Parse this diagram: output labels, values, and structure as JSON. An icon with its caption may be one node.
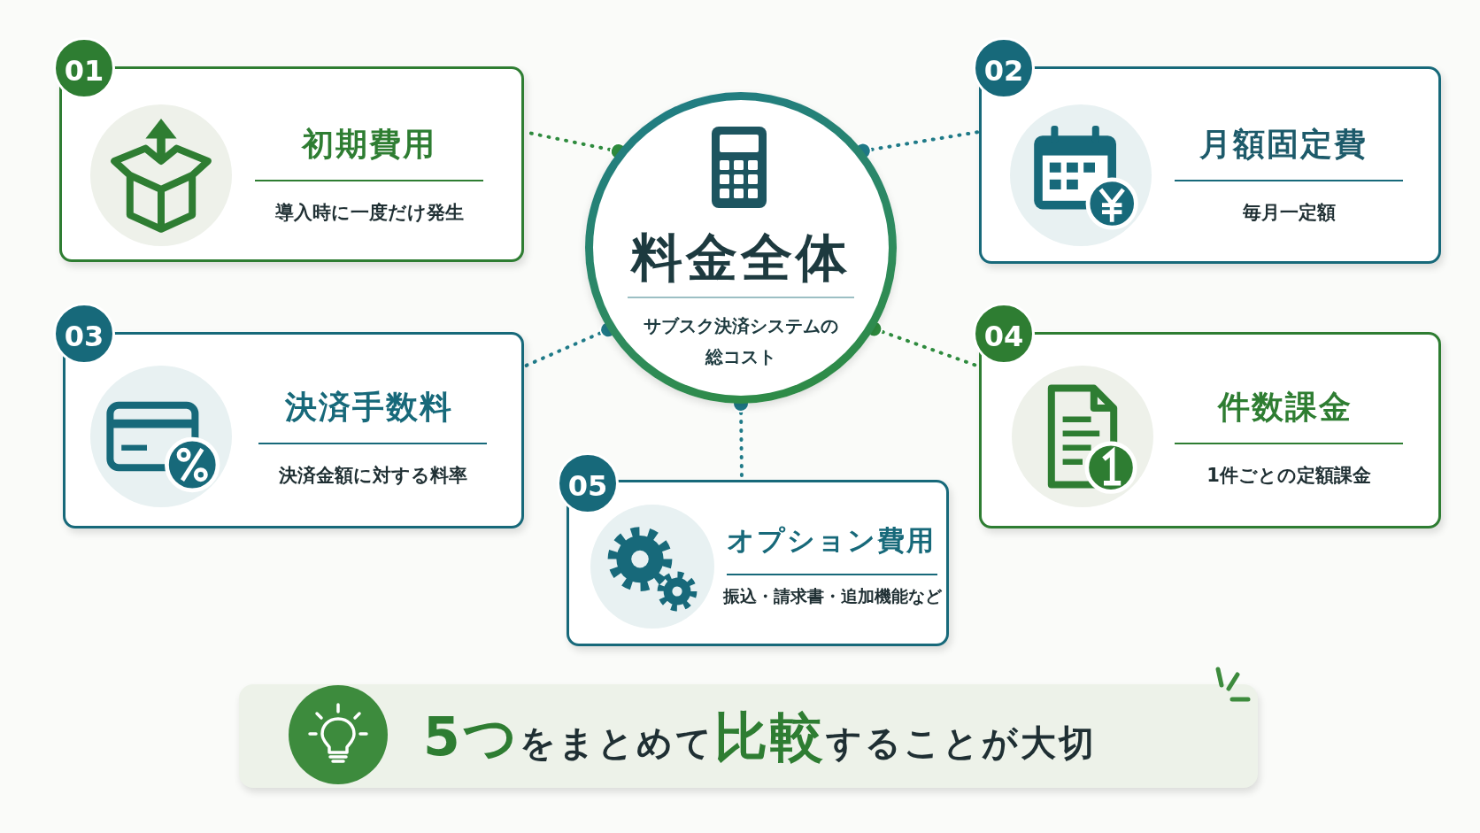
{
  "diagram": {
    "nodes": [
      {
        "text": [
          "料金全体",
          "サブスク決済システムの総コスト"
        ]
      },
      {
        "text": [
          "01",
          "初期費用",
          "導入時に一度だけ発生"
        ]
      },
      {
        "text": [
          "02",
          "月額固定費",
          "毎月一定額"
        ]
      },
      {
        "text": [
          "03",
          "決済手数料",
          "決済金額に対する料率"
        ]
      },
      {
        "text": [
          "04",
          "件数課金",
          "1件ごとの定額課金"
        ]
      },
      {
        "text": [
          "05",
          "オプション費用",
          "振込・請求書・追加機能など"
        ]
      },
      {
        "text": [
          "**5つ**をまとめて**比較**することが大切"
        ]
      }
    ],
    "edges": [
      {
        "from": 0,
        "to": 1,
        "arrow": "other",
        "color": "#2e8b3e"
      },
      {
        "from": 0,
        "to": 2,
        "arrow": "other"
      },
      {
        "from": 0,
        "to": 3,
        "arrow": "other"
      },
      {
        "from": 0,
        "to": 4,
        "arrow": "other",
        "color": "#2e8b3e"
      },
      {
        "from": 0,
        "to": 5,
        "arrow": "other"
      }
    ]
  }
}
